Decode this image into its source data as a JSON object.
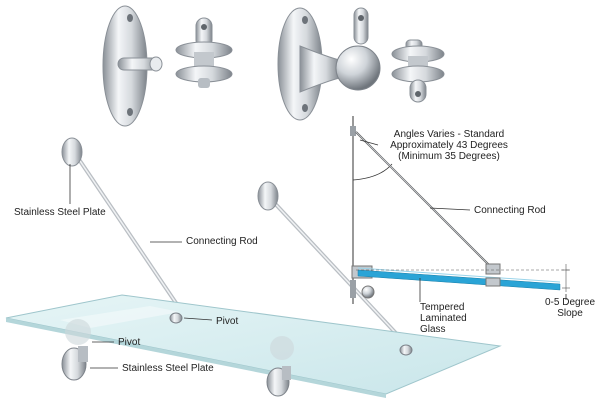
{
  "labels": {
    "stainless_plate_top": "Stainless Steel Plate",
    "connecting_rod_left": "Connecting Rod",
    "pivot_right": "Pivot",
    "pivot_left": "Pivot",
    "stainless_plate_bottom": "Stainless Steel Plate",
    "angle_line1": "Angles Varies - Standard",
    "angle_line2": "Approximately 43 Degrees",
    "angle_line3": "(Minimum 35 Degrees)",
    "connecting_rod_right": "Connecting Rod",
    "glass_line1": "Tempered",
    "glass_line2": "Laminated",
    "glass_line3": "Glass",
    "slope_line1": "0-5 Degree",
    "slope_line2": "Slope"
  },
  "colors": {
    "metal_light": "#f2f4f6",
    "metal_mid": "#c9ced3",
    "metal_dark": "#8a9097",
    "glass": "#d8eef0",
    "glass_edge": "#b4d6da",
    "glass_blue": "#2aa4d6",
    "line": "#333333"
  }
}
